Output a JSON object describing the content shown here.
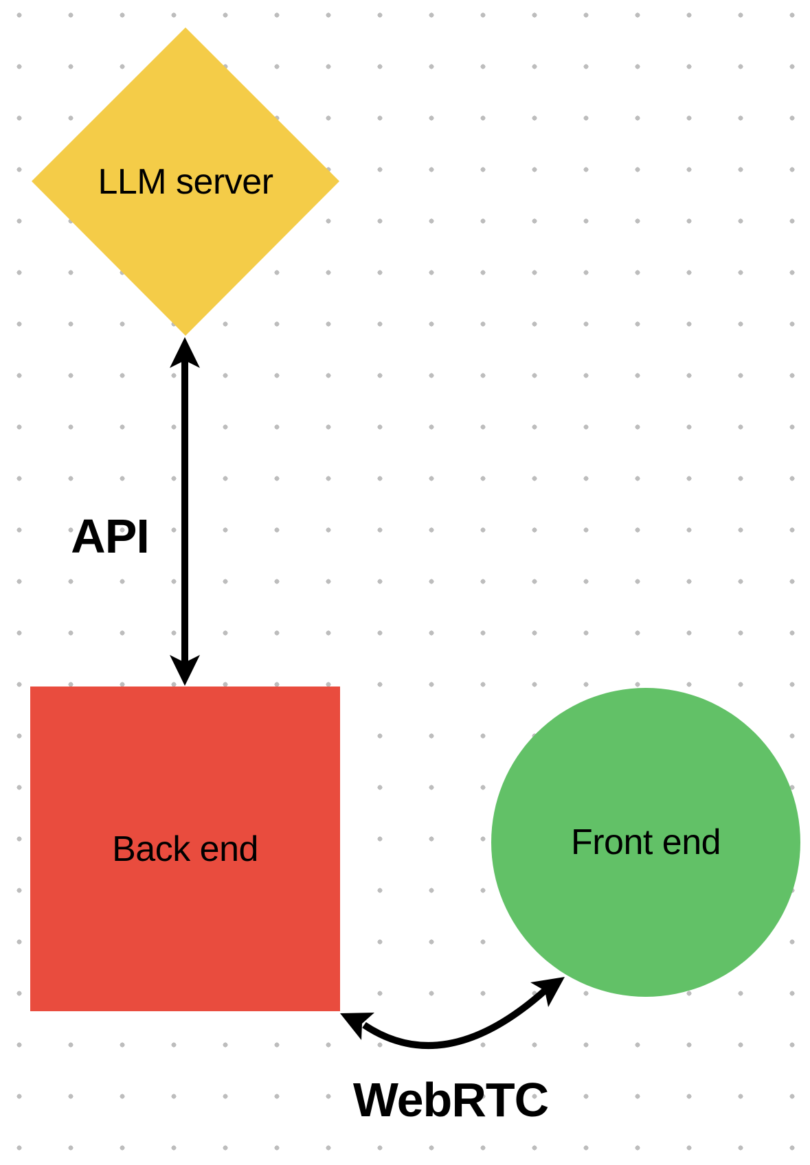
{
  "diagram": {
    "background_color": "#ffffff",
    "dot_grid_color": "#bdbdbd",
    "nodes": [
      {
        "id": "llm-server",
        "shape": "diamond",
        "label": "LLM server",
        "fill": "#F4CC48",
        "text_color": "#000000"
      },
      {
        "id": "back-end",
        "shape": "square",
        "label": "Back end",
        "fill": "#E94C3E",
        "text_color": "#000000"
      },
      {
        "id": "front-end",
        "shape": "circle",
        "label": "Front end",
        "fill": "#62C167",
        "text_color": "#000000"
      }
    ],
    "edges": [
      {
        "id": "api",
        "label": "API",
        "style": "straight-double-arrow",
        "color": "#000000",
        "from": "llm-server",
        "to": "back-end"
      },
      {
        "id": "webrtc",
        "label": "WebRTC",
        "style": "curved-double-arrow",
        "color": "#000000",
        "from": "back-end",
        "to": "front-end"
      }
    ]
  }
}
